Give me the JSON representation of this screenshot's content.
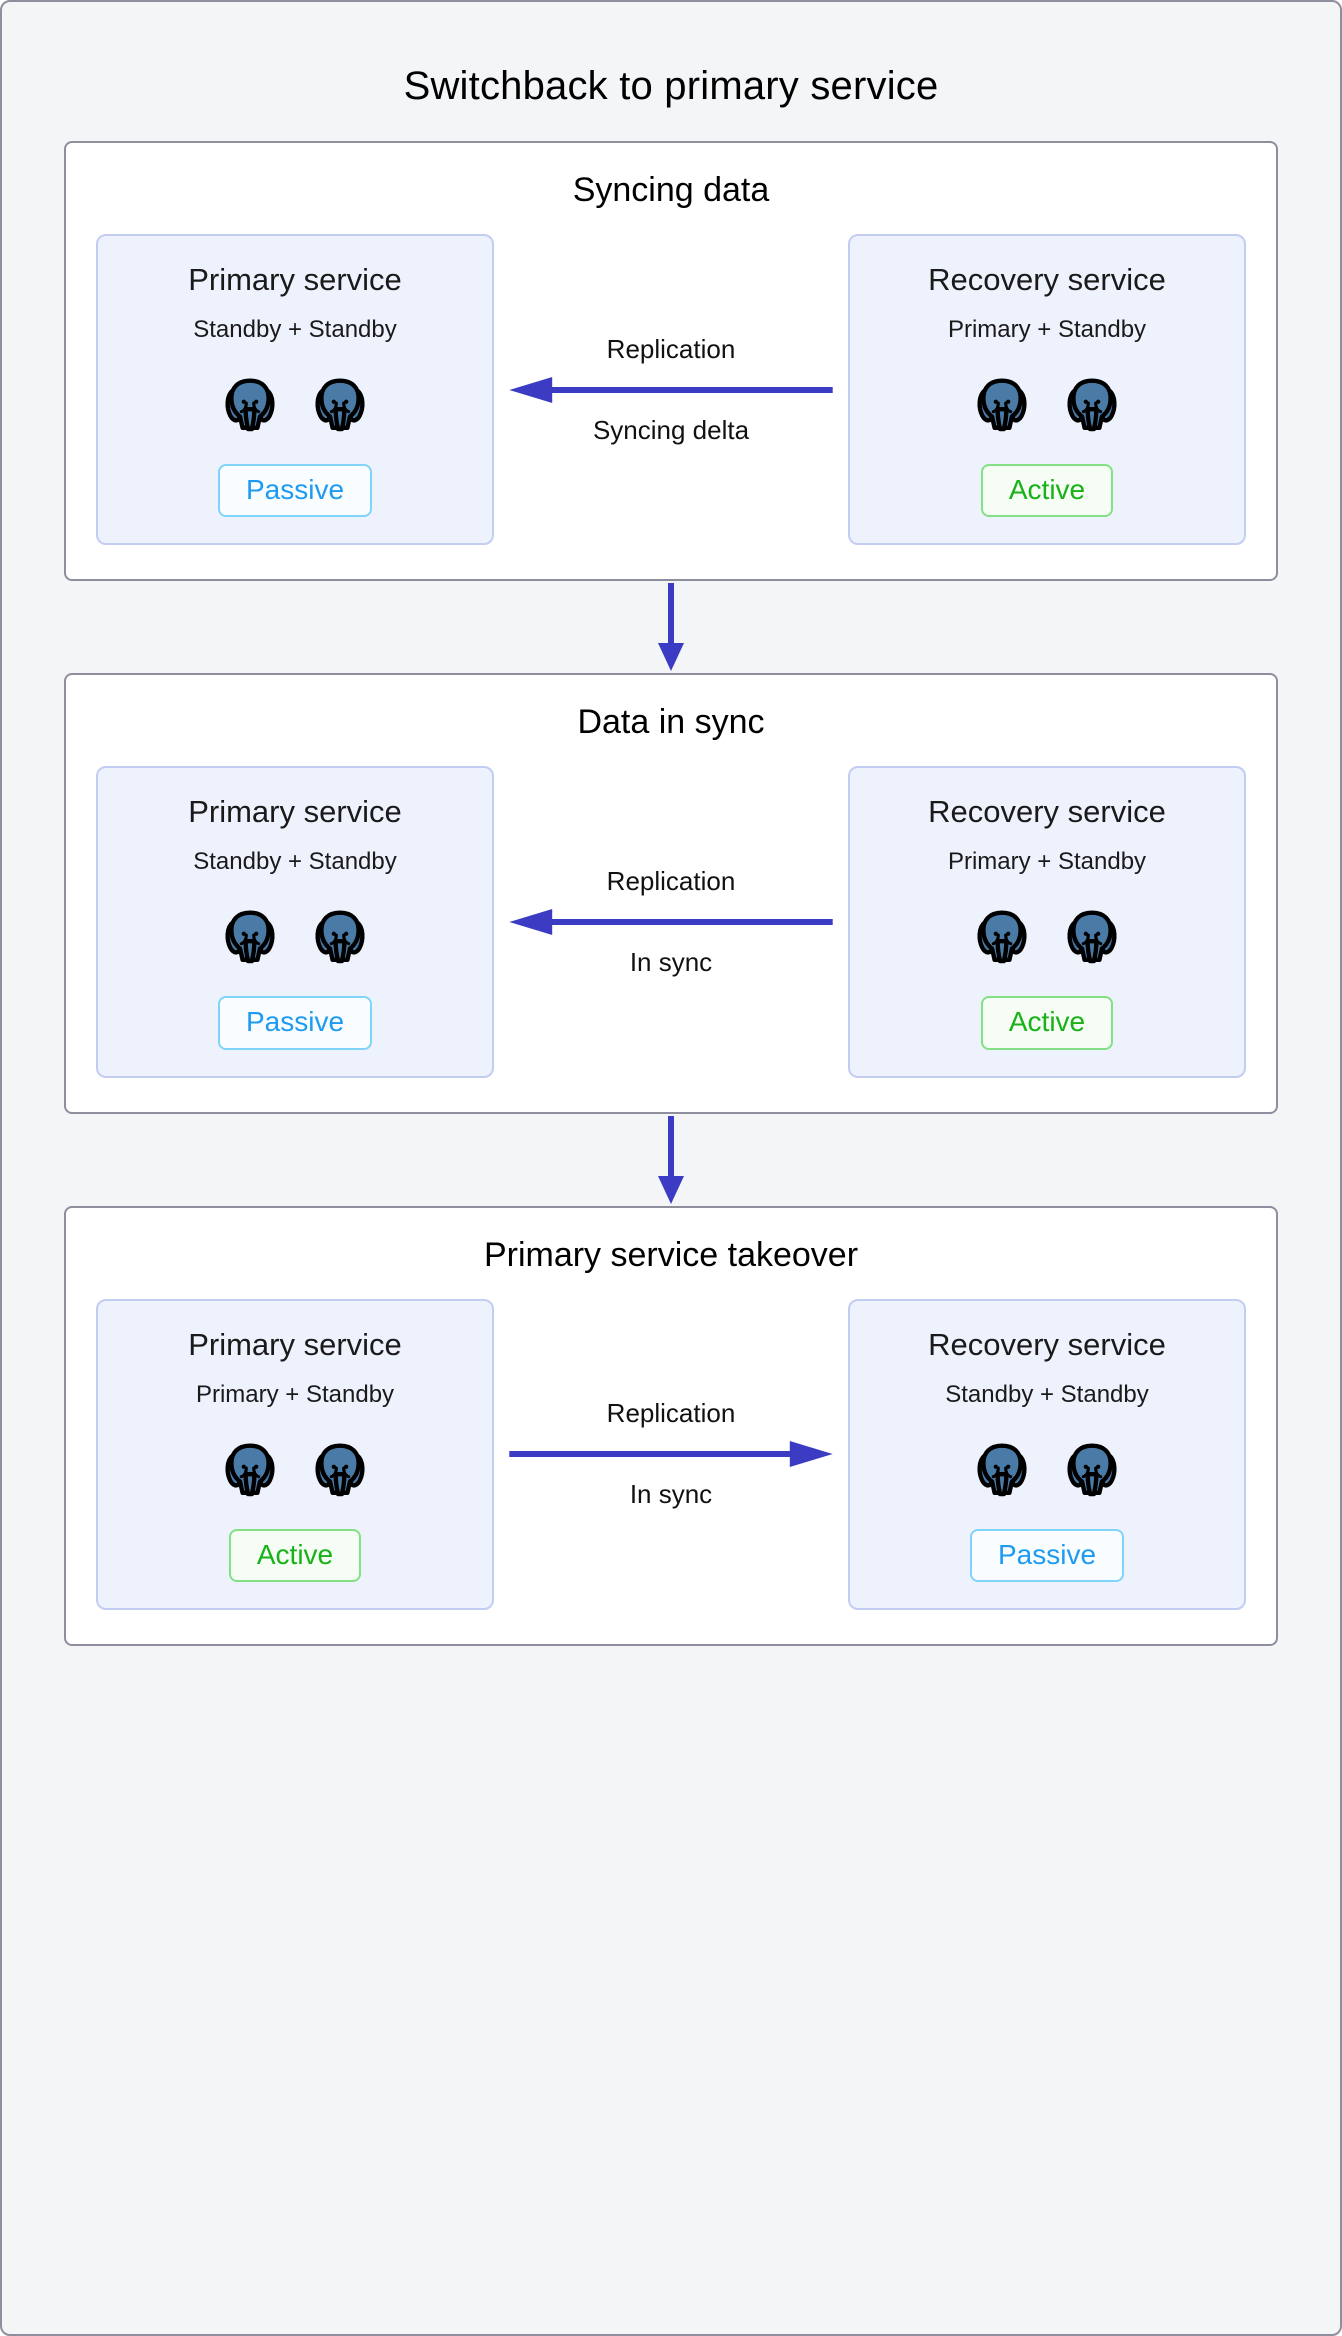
{
  "title": "Switchback to primary service",
  "colors": {
    "arrow": "#3b3bc4",
    "active_text": "#18b118",
    "active_border": "#84e084",
    "passive_text": "#1d9bf0",
    "passive_border": "#7fd4f7",
    "panel_bg": "#ffffff",
    "panel_border": "#8e8e9c",
    "service_bg": "#eef2fd",
    "service_border": "#c3cdf2",
    "page_bg": "#f4f5f7",
    "postgres_blue": "#336791"
  },
  "icons": {
    "postgres": "postgres-elephant-icon",
    "arrow_left": "arrow-left-icon",
    "arrow_right": "arrow-right-icon",
    "arrow_down": "arrow-down-icon"
  },
  "stages": [
    {
      "title": "Syncing data",
      "left": {
        "name": "Primary service",
        "roles": "Standby + Standby",
        "nodes": 2,
        "status": "Passive",
        "status_kind": "passive"
      },
      "link": {
        "top_label": "Replication",
        "bottom_label": "Syncing delta",
        "direction": "left"
      },
      "right": {
        "name": "Recovery service",
        "roles": "Primary + Standby",
        "nodes": 2,
        "status": "Active",
        "status_kind": "active"
      }
    },
    {
      "title": "Data in sync",
      "left": {
        "name": "Primary service",
        "roles": "Standby + Standby",
        "nodes": 2,
        "status": "Passive",
        "status_kind": "passive"
      },
      "link": {
        "top_label": "Replication",
        "bottom_label": "In sync",
        "direction": "left"
      },
      "right": {
        "name": "Recovery service",
        "roles": "Primary + Standby",
        "nodes": 2,
        "status": "Active",
        "status_kind": "active"
      }
    },
    {
      "title": "Primary service takeover",
      "left": {
        "name": "Primary service",
        "roles": "Primary + Standby",
        "nodes": 2,
        "status": "Active",
        "status_kind": "active"
      },
      "link": {
        "top_label": "Replication",
        "bottom_label": "In sync",
        "direction": "right"
      },
      "right": {
        "name": "Recovery service",
        "roles": "Standby + Standby",
        "nodes": 2,
        "status": "Passive",
        "status_kind": "passive"
      }
    }
  ],
  "connectors": [
    {
      "direction": "down"
    },
    {
      "direction": "down"
    }
  ]
}
